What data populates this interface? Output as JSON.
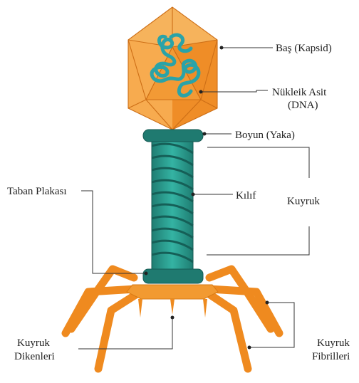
{
  "labels": {
    "head": "Baş (Kapsid)",
    "nucleic_acid_1": "Nükleik Asit",
    "nucleic_acid_2": "(DNA)",
    "neck": "Boyun (Yaka)",
    "sheath": "Kılıf",
    "tail": "Kuyruk",
    "base_plate": "Taban Plakası",
    "tail_spikes_1": "Kuyruk",
    "tail_spikes_2": "Dikenleri",
    "tail_fibers_1": "Kuyruk",
    "tail_fibers_2": "Fibrilleri"
  },
  "colors": {
    "capsid_light": "#f7a84a",
    "capsid_mid": "#f39a32",
    "capsid_dark": "#e67e22",
    "capsid_edge": "#cf6d14",
    "dna": "#2aa3a8",
    "teal": "#2a9d8f",
    "teal_dark": "#1e6f68",
    "collar": "#1f7a70",
    "fibers": "#f08c21"
  }
}
